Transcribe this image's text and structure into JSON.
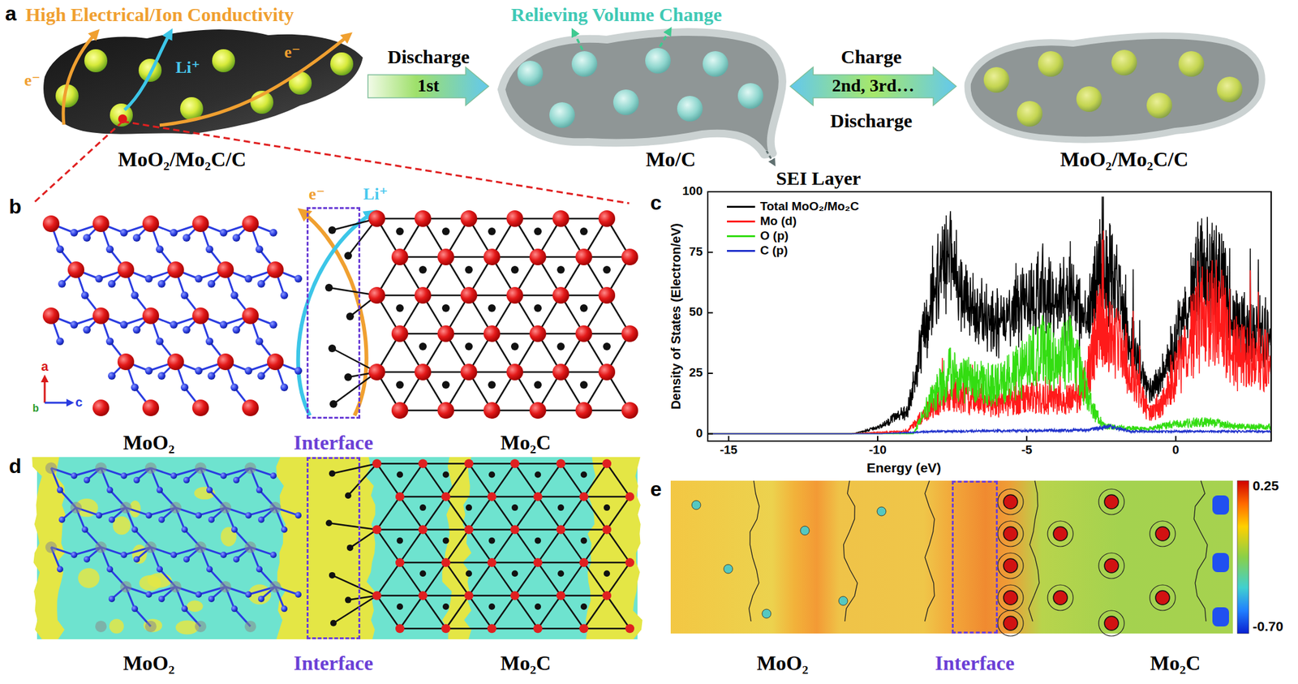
{
  "diagram": {
    "nodes": [
      {
        "text": [
          "MoO₂/Mo₂C/C"
        ]
      },
      {
        "text": [
          "Mo/C"
        ]
      },
      {
        "text": [
          "MoO₂/Mo₂C/C"
        ]
      },
      {
        "text": [
          "Interface"
        ]
      },
      {
        "text": [
          "Interface"
        ]
      },
      {
        "text": [
          "Interface"
        ]
      }
    ],
    "edges": [
      {
        "from": 0,
        "to": 1,
        "arrow": "to",
        "label": "1st"
      },
      {
        "from": 1,
        "to": 2,
        "arrow": "both",
        "label": "2nd, 3rd…"
      }
    ],
    "labels": [
      "a",
      "High Electrical/Ion Conductivity",
      "Relieving Volume Change",
      "e⁻",
      "Li⁺",
      "e⁻",
      "Discharge",
      "Charge",
      "Discharge",
      "SEI Layer",
      "b",
      "e⁻",
      "Li⁺",
      "MoO₂",
      "Mo₂C",
      "a",
      "b",
      "c",
      "c",
      "Density of States (Electron/eV)",
      "Energy (eV)",
      "100",
      "75",
      "50",
      "25",
      "0",
      "-15",
      "-10",
      "-5",
      "0",
      "d",
      "MoO₂",
      "Mo₂C",
      "e",
      "MoO₂",
      "Mo₂C",
      "0.25",
      "-0.70"
    ],
    "legend": [
      {
        "text": "Total MoO₂/Mo₂C",
        "color": "#000000"
      },
      {
        "text": "Mo (d)",
        "color": "#ff1a1a"
      },
      {
        "text": "O (p)",
        "color": "#33dd11"
      },
      {
        "text": "C (p)",
        "color": "#2233cc"
      }
    ]
  }
}
